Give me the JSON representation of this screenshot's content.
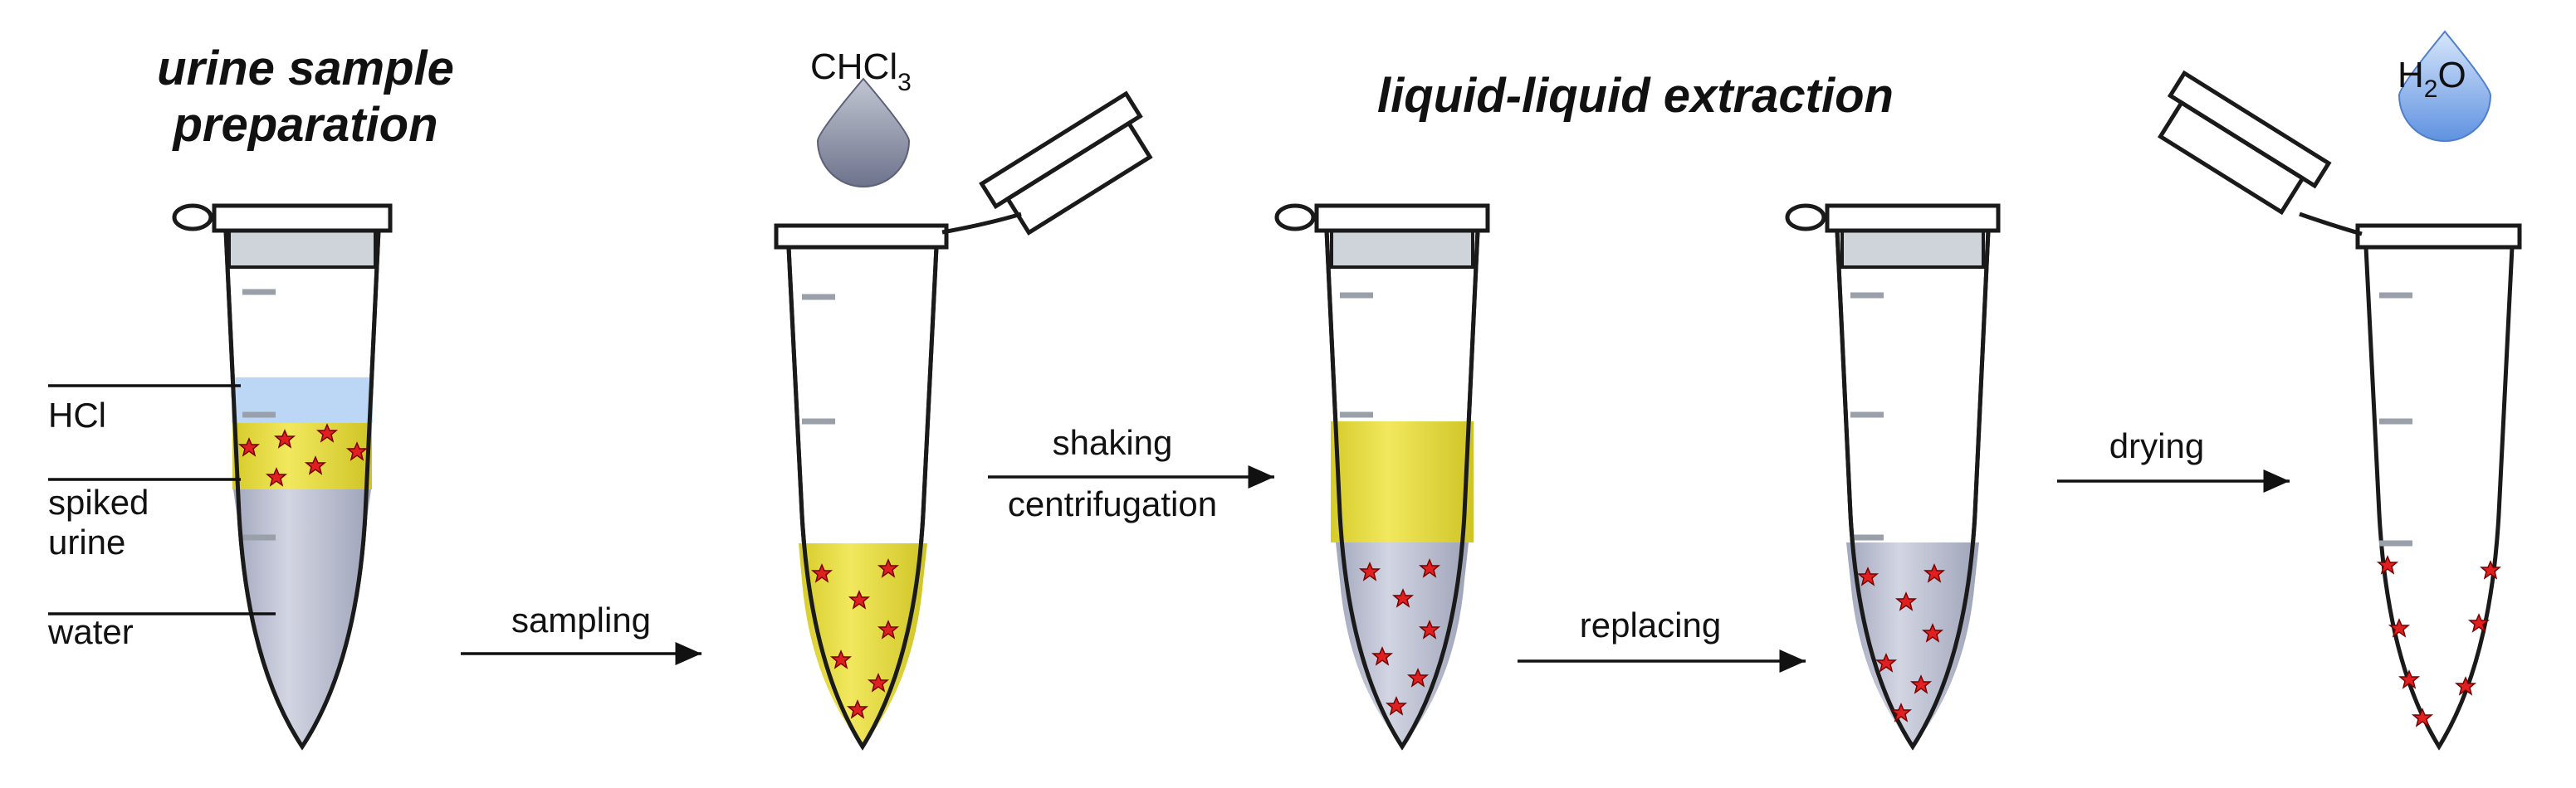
{
  "titles": {
    "prep": [
      "urine sample",
      "preparation"
    ],
    "lle": "liquid-liquid extraction"
  },
  "reagents": {
    "chcl3": {
      "main": "CHCl",
      "sub": "3"
    },
    "h2o": {
      "h": "H",
      "sub": "2",
      "o": "O"
    }
  },
  "tube1_labels": {
    "hcl": "HCl",
    "spiked": "spiked",
    "urine": "urine",
    "water": "water"
  },
  "steps": {
    "sampling": "sampling",
    "shaking": "shaking",
    "centrifugation": "centrifugation",
    "replacing": "replacing",
    "drying": "drying"
  },
  "colors": {
    "yellow_layer": "#e6dc3c",
    "hcl_layer": "#bcd6f5",
    "aqueous_layer": "#b4b8cc",
    "star": "#e02020",
    "tube_body": "#dfe4ea",
    "drop_chcl3": "#8a90a6",
    "drop_h2o": "#6f9ee6"
  }
}
